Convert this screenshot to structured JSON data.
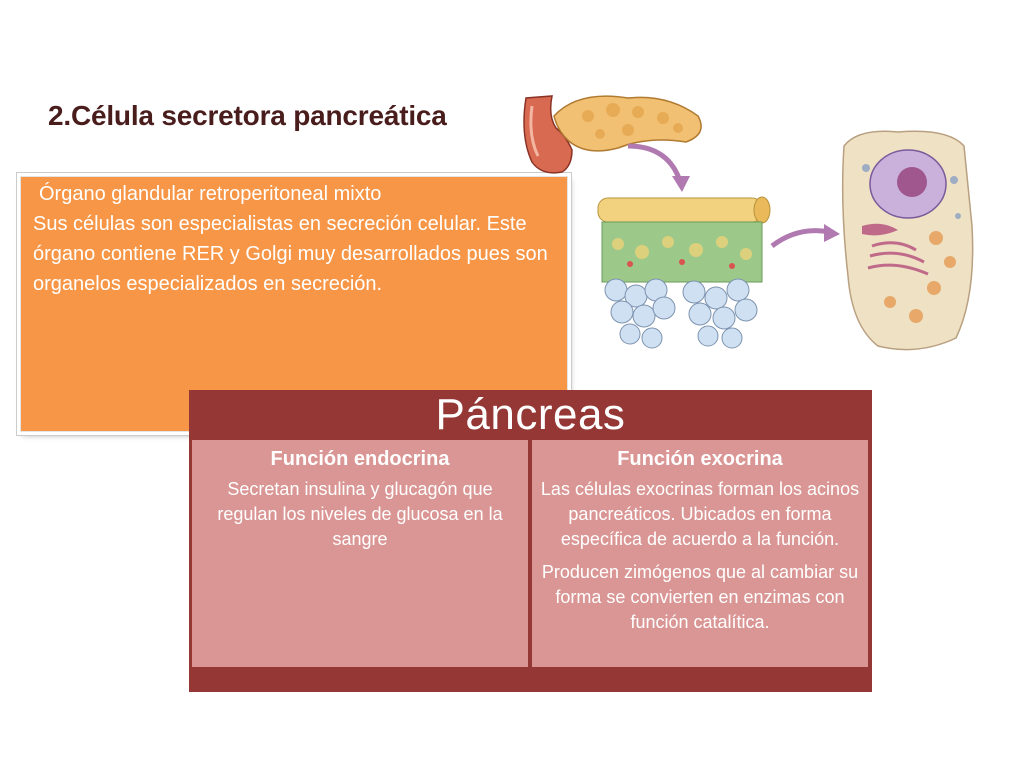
{
  "slide": {
    "title": "2.Célula secretora  pancreática"
  },
  "intro_box": {
    "lines": [
      " Órgano glandular retroperitoneal mixto",
      "Sus células son especialistas en secreción celular. Este órgano contiene  RER y Golgi muy desarrollados pues son organelos especializados en secreción."
    ]
  },
  "illustration": {
    "icon": "pancreas-to-cell-illustration"
  },
  "table": {
    "header": "Páncreas",
    "columns": [
      {
        "title": "Función endocrina",
        "paragraphs": [
          "Secretan insulina y glucagón que regulan los niveles de glucosa  en la sangre"
        ]
      },
      {
        "title": "Función exocrina",
        "paragraphs": [
          "Las células exocrinas forman los acinos pancreáticos. Ubicados en forma específica de acuerdo a la función.",
          "Producen zimógenos que al cambiar su forma se convierten en enzimas con función catalítica."
        ]
      }
    ]
  },
  "colors": {
    "orange": "#f79646",
    "dark_red": "#953735",
    "pink": "#da9694",
    "title_text": "#4a1d1d"
  }
}
